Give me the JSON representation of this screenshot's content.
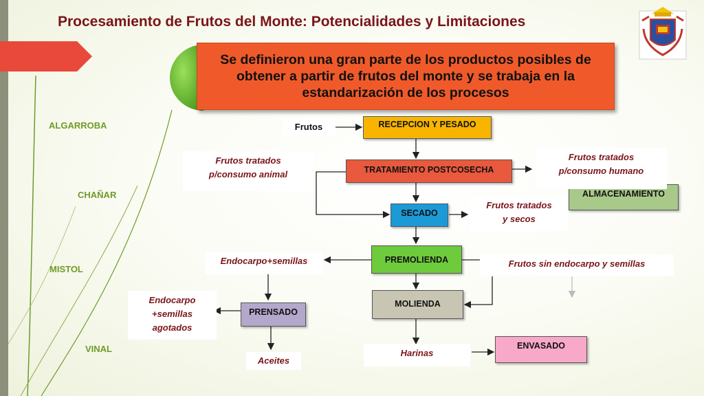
{
  "title": "Procesamiento de Frutos del Monte: Potencialidades y Limitaciones",
  "intro": "Se definieron una gran parte de los productos posibles de obtener a partir de frutos del monte y se trabaja en la estandarización de los procesos",
  "sidebar": {
    "items": [
      {
        "label": "ALGARROBA"
      },
      {
        "label": "CHAÑAR"
      },
      {
        "label": "MISTOL"
      },
      {
        "label": "VINAL"
      }
    ]
  },
  "colors": {
    "title": "#7a1419",
    "intro_box": "#f05a2a",
    "recepcion": "#f7b500",
    "tratamiento": "#e8593e",
    "secado": "#1b9ad6",
    "premolienda": "#6ecb3c",
    "molienda": "#c9c5b3",
    "prensado": "#b4a7cc",
    "envasado": "#f8a9c9",
    "almacenamiento": "#a9c98a",
    "side_labels": "#6e9b2a"
  },
  "flow": {
    "frutos": "Frutos",
    "recepcion": "RECEPCION Y PESADO",
    "tratamiento": "TRATAMIENTO POSTCOSECHA",
    "secado": "SECADO",
    "premolienda": "PREMOLIENDA",
    "molienda": "MOLIENDA",
    "prensado": "PRENSADO",
    "envasado": "ENVASADO",
    "almacenamiento": "ALMACENAMIENTO"
  },
  "outputs": {
    "animal_1": "Frutos tratados",
    "animal_2": "p/consumo animal",
    "humano_1": "Frutos tratados",
    "humano_2": "p/consumo humano",
    "secos_1": "Frutos tratados",
    "secos_2": "y secos",
    "endocarpo_semillas": "Endocarpo+semillas",
    "sin_endocarpo": "Frutos sin endocarpo y semillas",
    "agotados_1": "Endocarpo",
    "agotados_2": "+semillas",
    "agotados_3": "agotados",
    "aceites": "Aceites",
    "harinas": "Harinas"
  }
}
